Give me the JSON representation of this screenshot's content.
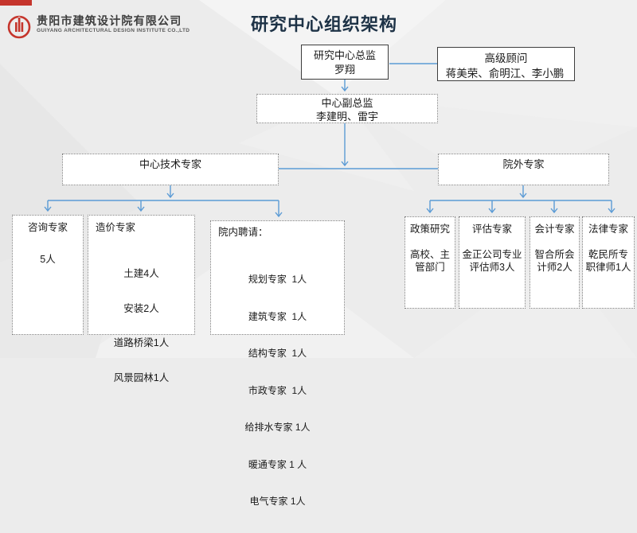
{
  "page": {
    "title": "研究中心组织架构",
    "company": {
      "name": "贵阳市建筑设计院有限公司",
      "name_en": "GUIYANG ARCHITECTURAL DESIGN INSTITUTE CO.,LTD"
    },
    "colors": {
      "accent_red": "#c5352c",
      "connector_blue": "#5b9bd5",
      "title_navy": "#1d3246"
    }
  },
  "orgchart": {
    "director": {
      "line1": "研究中心总监",
      "line2": "罗翔"
    },
    "senior_advisor": {
      "line1": "高级顾问",
      "line2": "蒋美荣、俞明江、李小鹏"
    },
    "deputy_director": {
      "line1": "中心副总监",
      "line2": "李建明、雷宇"
    },
    "center_tech_experts": {
      "title": "中心技术专家"
    },
    "external_experts": {
      "title": "院外专家"
    },
    "consulting": {
      "title": "咨询专家",
      "count": "5人"
    },
    "cost": {
      "title": "造价专家",
      "items": [
        "土建4人",
        "安装2人",
        "道路桥梁1人",
        "风景园林1人"
      ]
    },
    "internal_hire": {
      "title": "院内聘请：",
      "items": [
        "规划专家  1人",
        "建筑专家  1人",
        "结构专家  1人",
        "市政专家  1人",
        "给排水专家 1人",
        "暖通专家 1 人",
        "电气专家 1人"
      ]
    },
    "policy_research": {
      "title": "政策研究",
      "detail": "高校、主管部门"
    },
    "evaluation": {
      "title": "评估专家",
      "detail": "金正公司专业评估师3人"
    },
    "accounting": {
      "title": "会计专家",
      "detail": "智合所会计师2人"
    },
    "legal": {
      "title": "法律专家",
      "detail": "乾民所专职律师1人"
    }
  }
}
